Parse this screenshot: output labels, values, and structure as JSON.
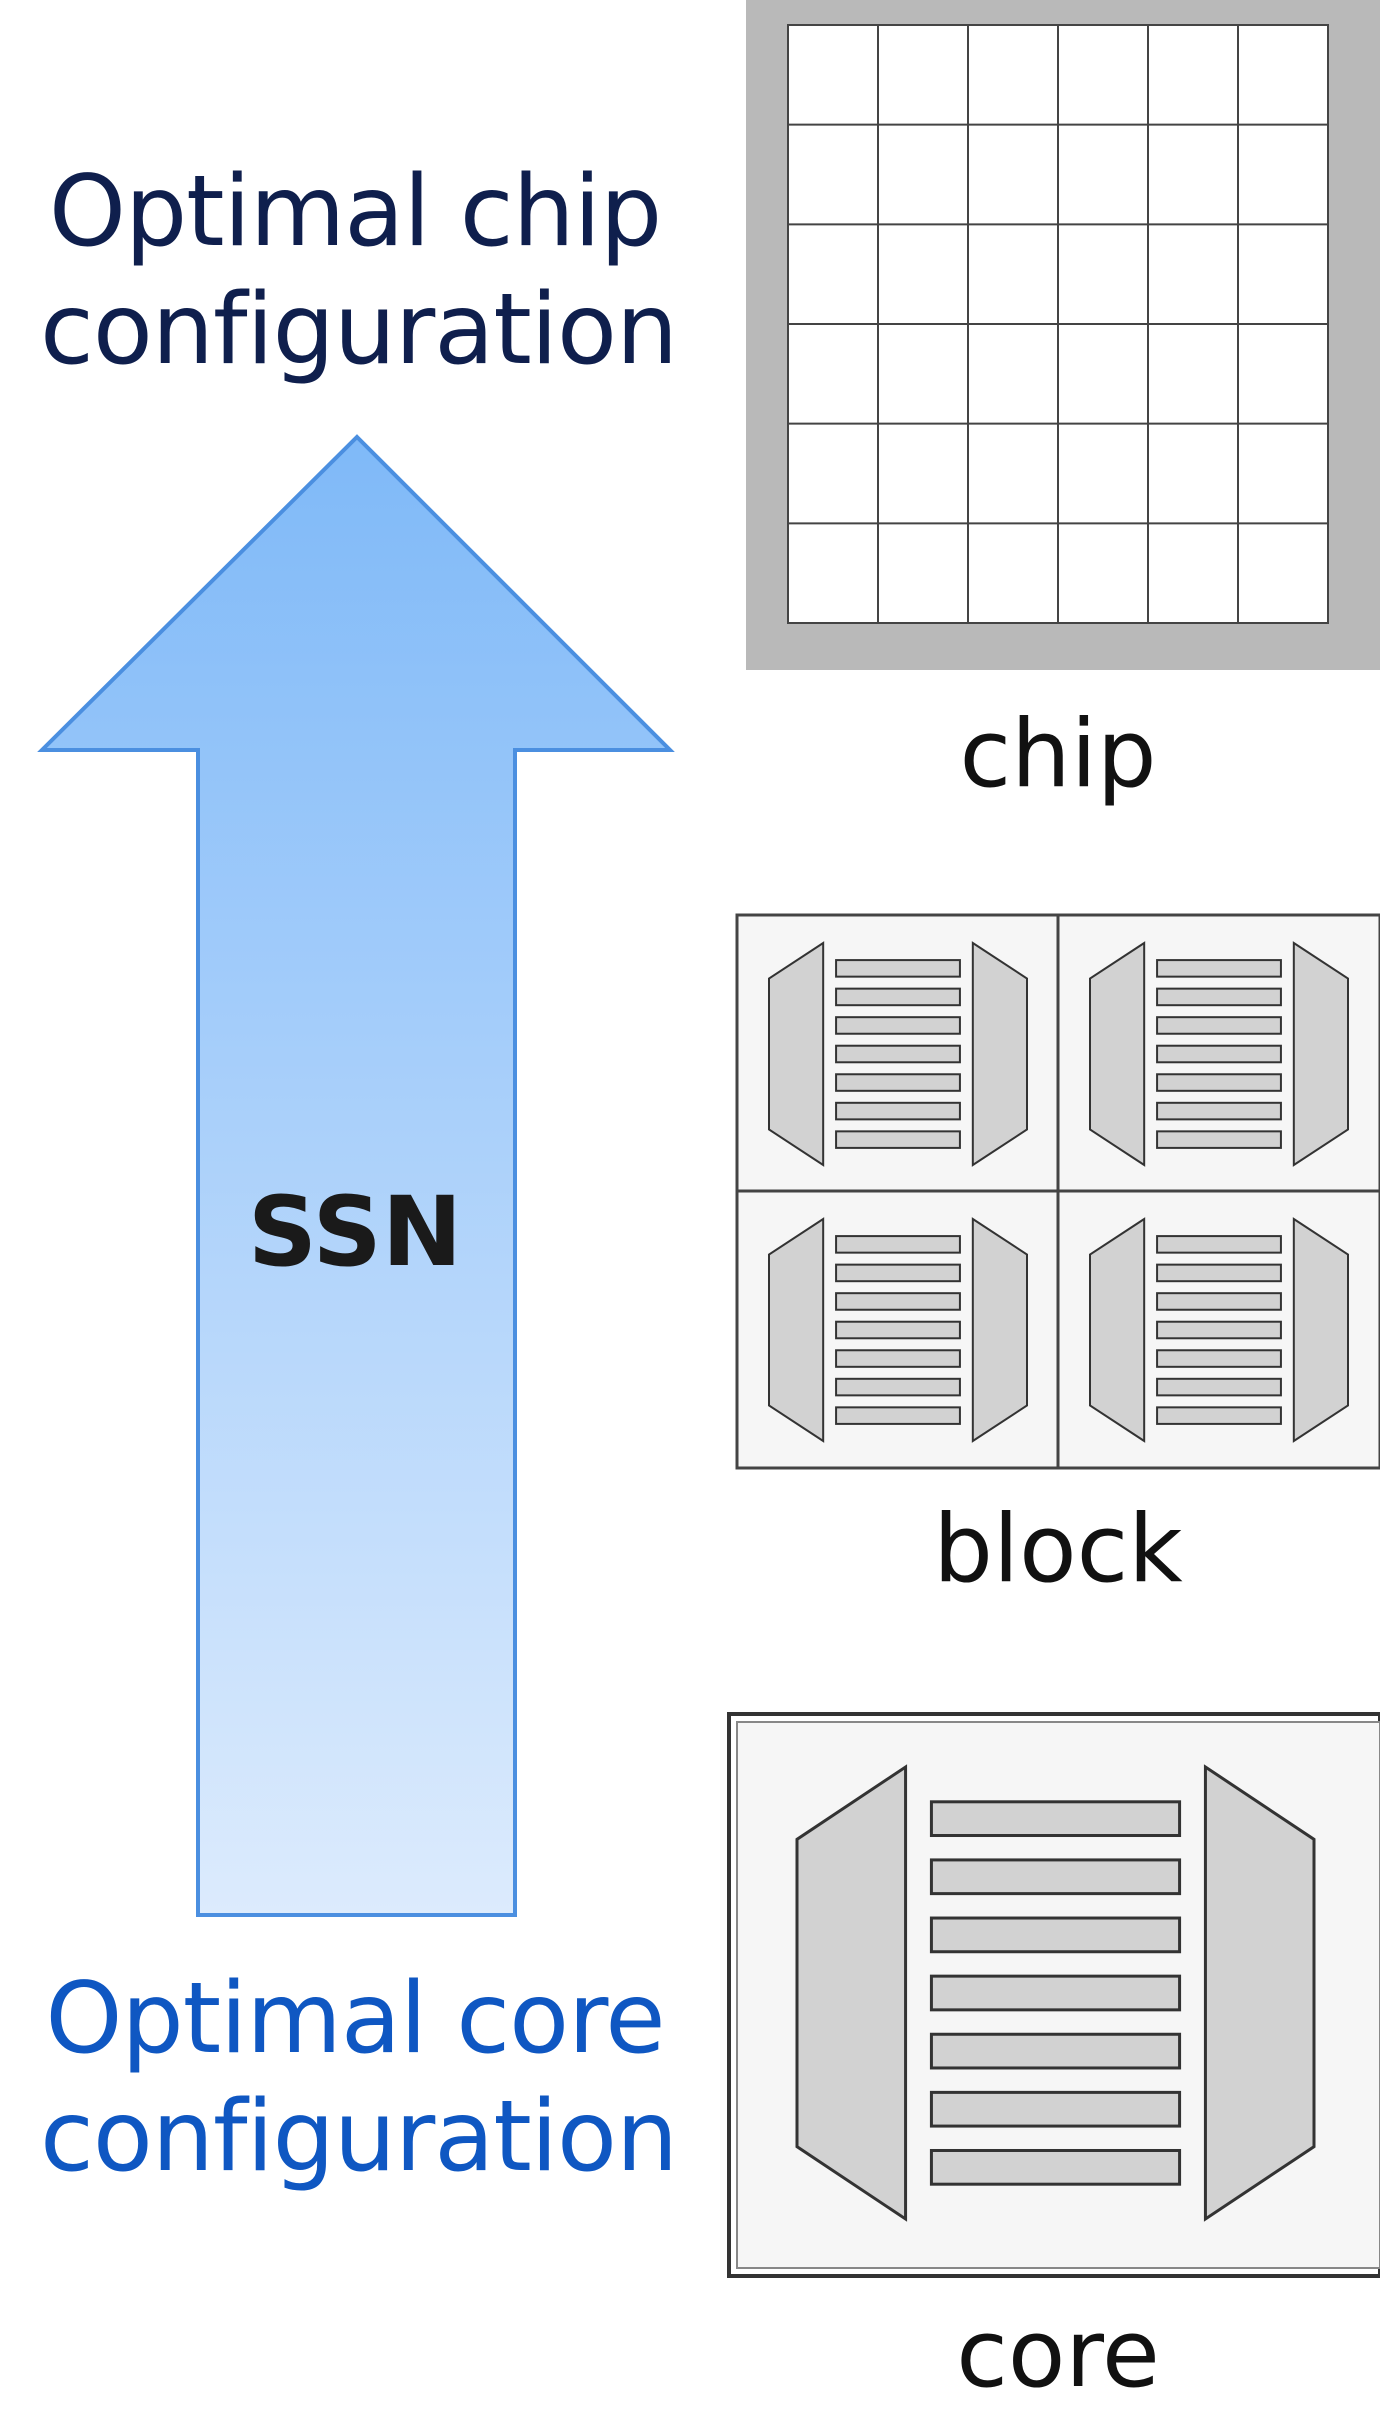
{
  "left": {
    "top_label": "Optimal chip configuration",
    "bottom_label": "Optimal core configuration",
    "arrow_label": "SSN"
  },
  "captions": {
    "chip": "chip",
    "block": "block",
    "core": "core"
  },
  "colors": {
    "arrow_top": "#7fb9f8",
    "arrow_bottom": "#dcebfd",
    "arrow_stroke": "#4b8fe0",
    "top_text": "#0f1f4d",
    "bottom_text": "#0f57c2",
    "frame_gray": "#b9b9b9",
    "part_fill": "#d2d2d2"
  },
  "chip_grid": {
    "rows": 6,
    "cols": 6
  },
  "block_grid": {
    "rows": 2,
    "cols": 2
  },
  "core_bars": 7
}
